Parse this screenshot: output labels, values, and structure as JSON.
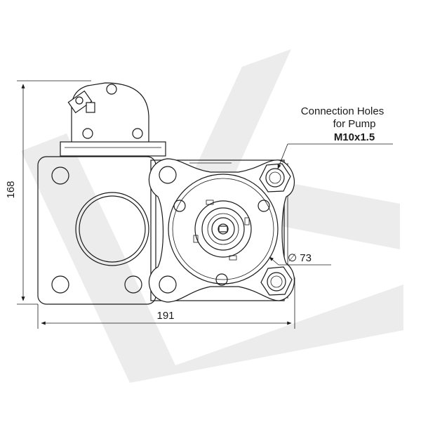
{
  "watermark": {
    "color": "#ececec"
  },
  "dimensions": {
    "height": "168",
    "width": "191",
    "diameter": "∅ 73"
  },
  "callout": {
    "line1": "Connection Holes",
    "line2": "for Pump",
    "thread": "M10x1.5"
  },
  "colors": {
    "line": "#1a1a1a",
    "background": "#ffffff"
  }
}
